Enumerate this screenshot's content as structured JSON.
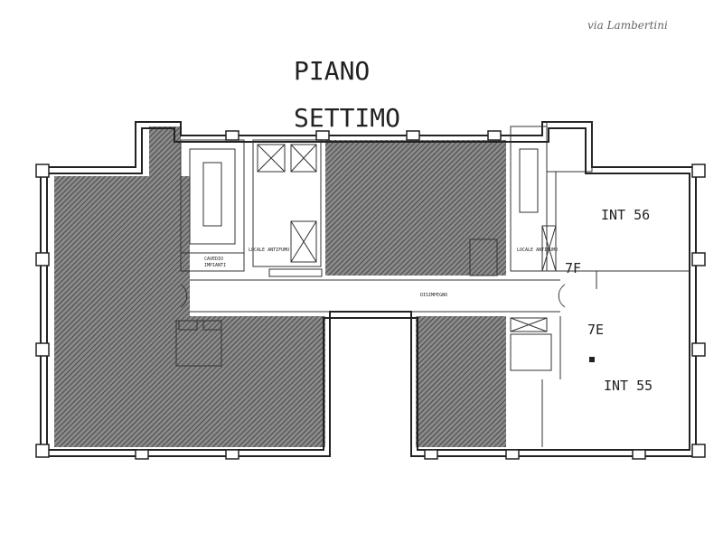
{
  "title": {
    "line1": "PIANO",
    "line2": "SETTIMO"
  },
  "handwritten_note": "via Lambertini",
  "rooms": {
    "locale_antifumo_left": "LOCALE ANTIFUMO",
    "locale_antifumo_right": "LOCALE ANTIFUMO",
    "cavedio": {
      "line1": "CAVEDIO",
      "line2": "IMPIANTI"
    },
    "disimpegno": "DISIMPEGNO",
    "int56": "INT 56",
    "unit7f": "7F",
    "unit7e": "7E",
    "int55": "INT 55"
  },
  "colors": {
    "wall": "#222222",
    "hatch": "#555555",
    "background": "#ffffff"
  }
}
